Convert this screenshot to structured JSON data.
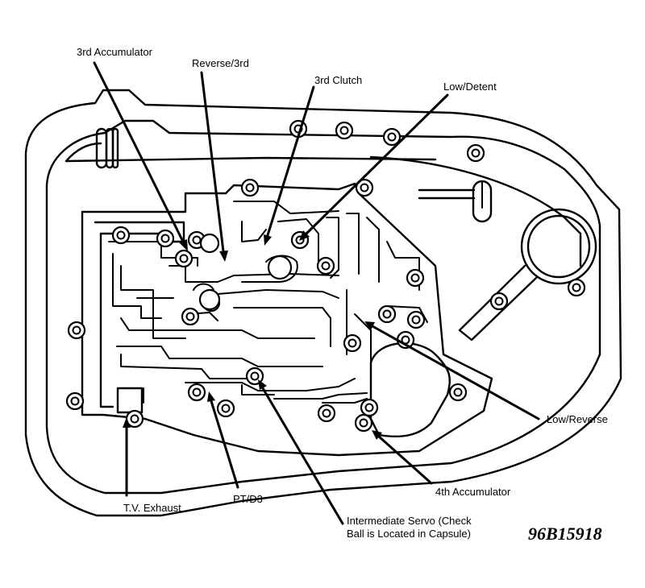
{
  "figure_id": "96B15918",
  "callouts": [
    {
      "id": "third-accumulator",
      "text": "3rd Accumulator"
    },
    {
      "id": "reverse-third",
      "text": "Reverse/3rd"
    },
    {
      "id": "third-clutch",
      "text": "3rd Clutch"
    },
    {
      "id": "low-detent",
      "text": "Low/Detent"
    },
    {
      "id": "low-reverse",
      "text": "Low/Reverse"
    },
    {
      "id": "fourth-accumulator",
      "text": "4th Accumulator"
    },
    {
      "id": "intermediate-servo",
      "text": "Intermediate Servo (Check",
      "text2": "Ball is Located in Capsule)"
    },
    {
      "id": "pt-d3",
      "text": "PT/D3"
    },
    {
      "id": "tv-exhaust",
      "text": "T.V. Exhaust"
    }
  ],
  "colors": {
    "line": "#000000",
    "background": "#ffffff"
  }
}
